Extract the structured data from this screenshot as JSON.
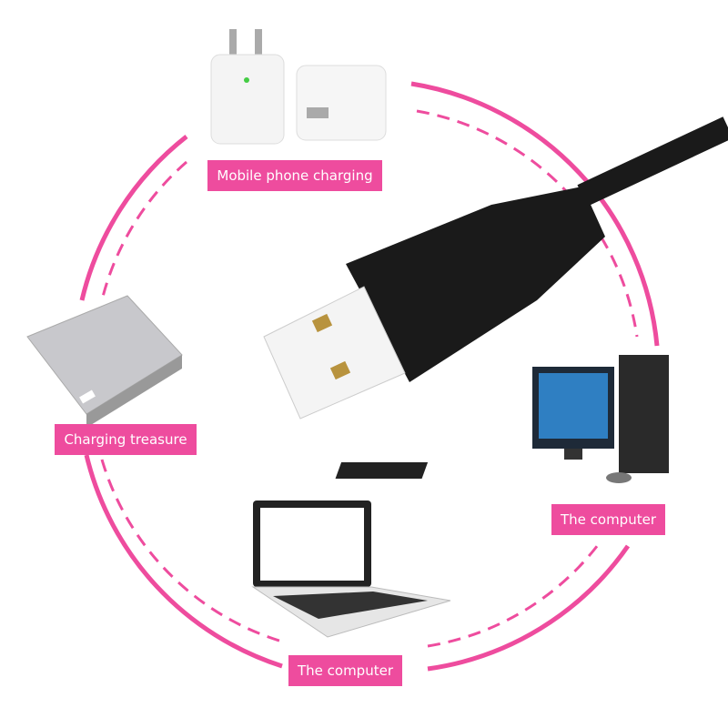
{
  "colors": {
    "accent": "#ee4c9e",
    "cable": "#1a1a1a"
  },
  "labels": {
    "mobile_phone_charging": "Mobile phone charging",
    "charging_treasure": "Charging treasure",
    "computer_desktop": "The computer",
    "computer_laptop": "The computer"
  }
}
